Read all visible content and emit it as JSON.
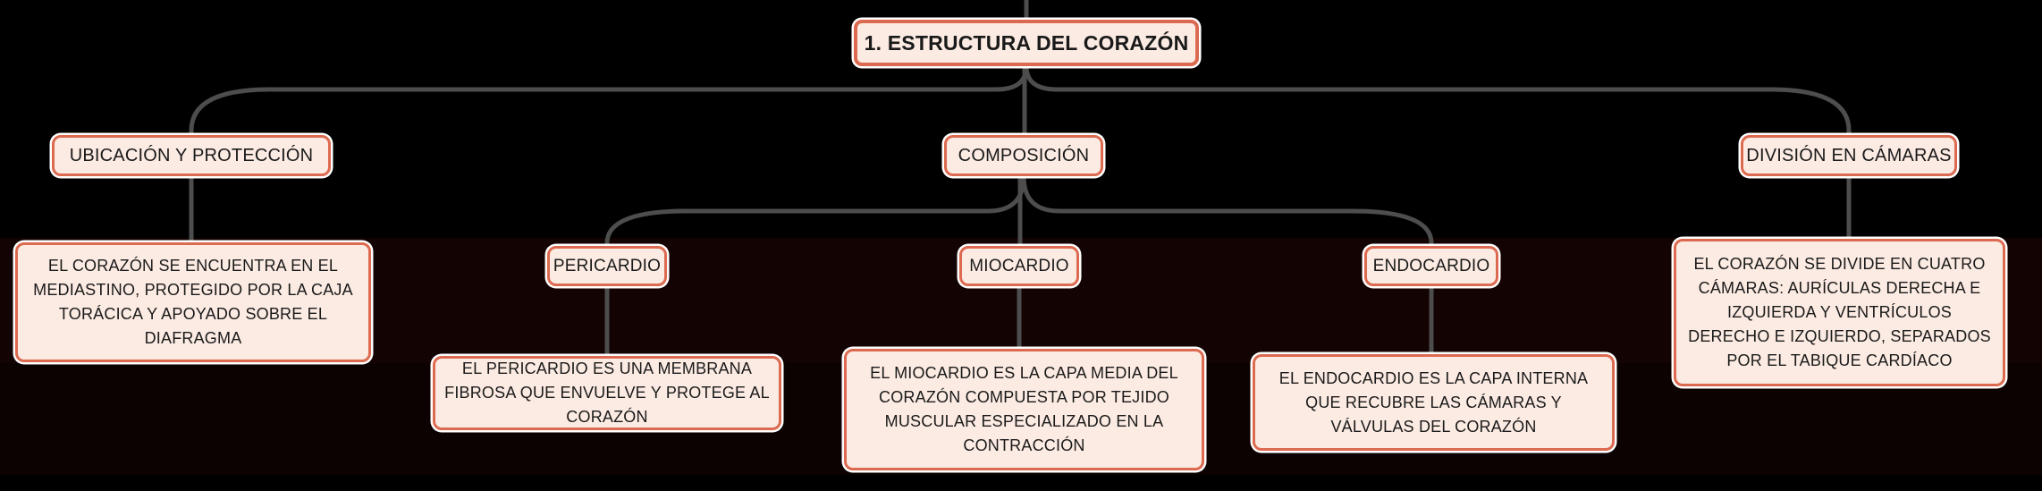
{
  "colors": {
    "background": "#000000",
    "node_fill": "#fcebe3",
    "node_border": "#dc6a50",
    "node_halo": "#ffffff",
    "node_text": "#1a1a1a",
    "connector": "#4d4d4d"
  },
  "root": {
    "label": "1. ESTRUCTURA DEL CORAZÓN"
  },
  "branches": [
    {
      "label": "UBICACIÓN Y PROTECCIÓN",
      "note": "EL CORAZÓN SE ENCUENTRA EN EL MEDIASTINO, PROTEGIDO POR LA CAJA TORÁCICA Y APOYADO SOBRE EL DIAFRAGMA"
    },
    {
      "label": "COMPOSICIÓN",
      "children": [
        {
          "label": "PERICARDIO",
          "note": "EL PERICARDIO ES UNA MEMBRANA FIBROSA QUE ENVUELVE Y PROTEGE AL CORAZÓN"
        },
        {
          "label": "MIOCARDIO",
          "note": "EL MIOCARDIO ES LA CAPA MEDIA DEL CORAZÓN COMPUESTA POR TEJIDO MUSCULAR ESPECIALIZADO EN LA CONTRACCIÓN"
        },
        {
          "label": "ENDOCARDIO",
          "note": "EL ENDOCARDIO ES LA CAPA INTERNA QUE RECUBRE LAS CÁMARAS Y VÁLVULAS DEL CORAZÓN"
        }
      ]
    },
    {
      "label": "DIVISIÓN EN CÁMARAS",
      "note": "EL CORAZÓN SE DIVIDE EN CUATRO CÁMARAS: AURÍCULAS DERECHA E IZQUIERDA Y VENTRÍCULOS DERECHO E IZQUIERDO, SEPARADOS POR EL TABIQUE CARDÍACO"
    }
  ]
}
